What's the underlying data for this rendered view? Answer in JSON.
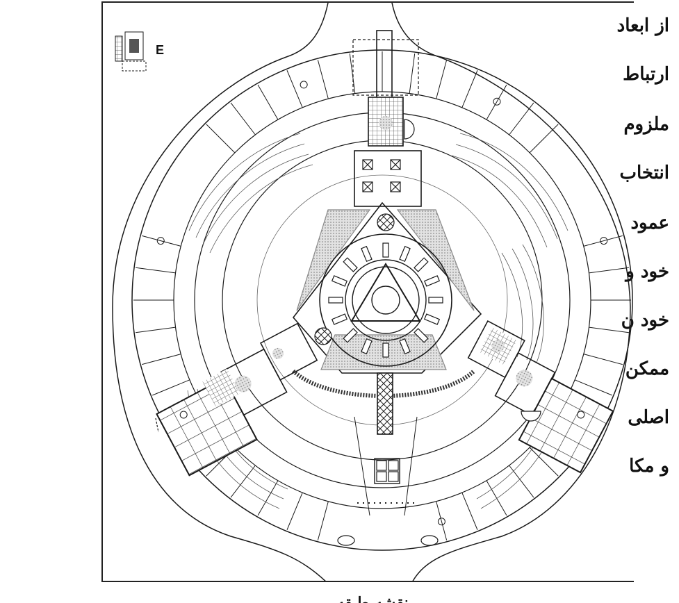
{
  "document": {
    "text_lines": [
      "از ابعاد",
      "ارتباط",
      "ملزوم",
      "انتخاب",
      "عمود",
      "خود و",
      "خود ن",
      "ممکن",
      "اصلی",
      "و مکا"
    ],
    "caption": "نقشه طبقه همکف",
    "key_plan_label": "E",
    "colors": {
      "ink": "#1a1a1a",
      "hatch_gray": "#bdbdbd",
      "background": "#ffffff"
    }
  }
}
